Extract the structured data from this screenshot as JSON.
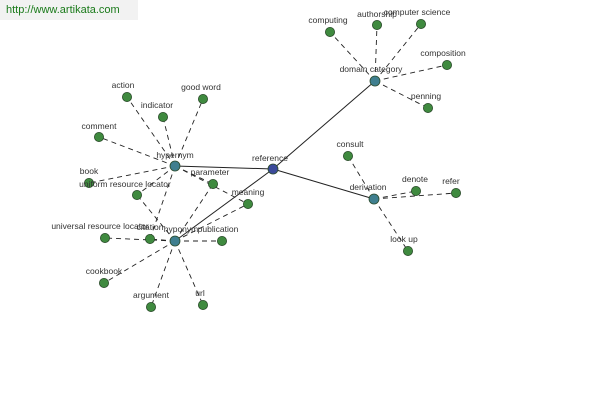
{
  "watermark": {
    "text": "http://www.artikata.com"
  },
  "colors": {
    "hub": "#3f7f8f",
    "center": "#3b4a9a",
    "leaf": "#3f8a3f",
    "node_stroke": "#2a4a2a",
    "edge": "#222222",
    "label": "#333333"
  },
  "graph": {
    "nodes": [
      {
        "id": "reference",
        "label": "reference",
        "kind": "center"
      },
      {
        "id": "hypernym",
        "label": "hypernym",
        "kind": "hub"
      },
      {
        "id": "hyponym",
        "label": "hyponym",
        "kind": "hub"
      },
      {
        "id": "domain_category",
        "label": "domain category",
        "kind": "hub"
      },
      {
        "id": "derivation",
        "label": "derivation",
        "kind": "hub"
      },
      {
        "id": "action",
        "label": "action",
        "kind": "leaf"
      },
      {
        "id": "good_word",
        "label": "good word",
        "kind": "leaf"
      },
      {
        "id": "indicator",
        "label": "indicator",
        "kind": "leaf"
      },
      {
        "id": "comment",
        "label": "comment",
        "kind": "leaf"
      },
      {
        "id": "book",
        "label": "book",
        "kind": "leaf"
      },
      {
        "id": "parameter",
        "label": "parameter",
        "kind": "leaf"
      },
      {
        "id": "meaning",
        "label": "meaning",
        "kind": "leaf"
      },
      {
        "id": "uniform_resource_locator",
        "label": "uniform resource locator",
        "kind": "leaf"
      },
      {
        "id": "universal_resource_locator",
        "label": "universal resource locator",
        "kind": "leaf"
      },
      {
        "id": "citation",
        "label": "citation",
        "kind": "leaf"
      },
      {
        "id": "publication",
        "label": "publication",
        "kind": "leaf"
      },
      {
        "id": "cookbook",
        "label": "cookbook",
        "kind": "leaf"
      },
      {
        "id": "argument",
        "label": "argument",
        "kind": "leaf"
      },
      {
        "id": "url",
        "label": "url",
        "kind": "leaf"
      },
      {
        "id": "computing",
        "label": "computing",
        "kind": "leaf"
      },
      {
        "id": "authorship",
        "label": "authorship",
        "kind": "leaf"
      },
      {
        "id": "computer_science",
        "label": "computer science",
        "kind": "leaf"
      },
      {
        "id": "composition",
        "label": "composition",
        "kind": "leaf"
      },
      {
        "id": "penning",
        "label": "penning",
        "kind": "leaf"
      },
      {
        "id": "consult",
        "label": "consult",
        "kind": "leaf"
      },
      {
        "id": "denote",
        "label": "denote",
        "kind": "leaf"
      },
      {
        "id": "refer",
        "label": "refer",
        "kind": "leaf"
      },
      {
        "id": "look_up",
        "label": "look up",
        "kind": "leaf"
      }
    ],
    "edges": [
      {
        "from": "reference",
        "to": "hypernym",
        "style": "solid"
      },
      {
        "from": "reference",
        "to": "hyponym",
        "style": "solid"
      },
      {
        "from": "reference",
        "to": "domain_category",
        "style": "solid"
      },
      {
        "from": "reference",
        "to": "derivation",
        "style": "solid"
      },
      {
        "from": "hypernym",
        "to": "action",
        "style": "dashed"
      },
      {
        "from": "hypernym",
        "to": "good_word",
        "style": "dashed"
      },
      {
        "from": "hypernym",
        "to": "indicator",
        "style": "dashed"
      },
      {
        "from": "hypernym",
        "to": "comment",
        "style": "dashed"
      },
      {
        "from": "hypernym",
        "to": "book",
        "style": "dashed"
      },
      {
        "from": "hypernym",
        "to": "parameter",
        "style": "dashed"
      },
      {
        "from": "hypernym",
        "to": "meaning",
        "style": "dashed"
      },
      {
        "from": "hypernym",
        "to": "uniform_resource_locator",
        "style": "dashed"
      },
      {
        "from": "hypernym",
        "to": "citation",
        "style": "dashed"
      },
      {
        "from": "hyponym",
        "to": "universal_resource_locator",
        "style": "dashed"
      },
      {
        "from": "hyponym",
        "to": "citation",
        "style": "dashed"
      },
      {
        "from": "hyponym",
        "to": "publication",
        "style": "dashed"
      },
      {
        "from": "hyponym",
        "to": "cookbook",
        "style": "dashed"
      },
      {
        "from": "hyponym",
        "to": "argument",
        "style": "dashed"
      },
      {
        "from": "hyponym",
        "to": "url",
        "style": "dashed"
      },
      {
        "from": "hyponym",
        "to": "uniform_resource_locator",
        "style": "dashed"
      },
      {
        "from": "hyponym",
        "to": "parameter",
        "style": "dashed"
      },
      {
        "from": "hyponym",
        "to": "meaning",
        "style": "dashed"
      },
      {
        "from": "domain_category",
        "to": "computing",
        "style": "dashed"
      },
      {
        "from": "domain_category",
        "to": "authorship",
        "style": "dashed"
      },
      {
        "from": "domain_category",
        "to": "computer_science",
        "style": "dashed"
      },
      {
        "from": "domain_category",
        "to": "composition",
        "style": "dashed"
      },
      {
        "from": "domain_category",
        "to": "penning",
        "style": "dashed"
      },
      {
        "from": "derivation",
        "to": "consult",
        "style": "dashed"
      },
      {
        "from": "derivation",
        "to": "denote",
        "style": "dashed"
      },
      {
        "from": "derivation",
        "to": "refer",
        "style": "dashed"
      },
      {
        "from": "derivation",
        "to": "look_up",
        "style": "dashed"
      }
    ]
  }
}
